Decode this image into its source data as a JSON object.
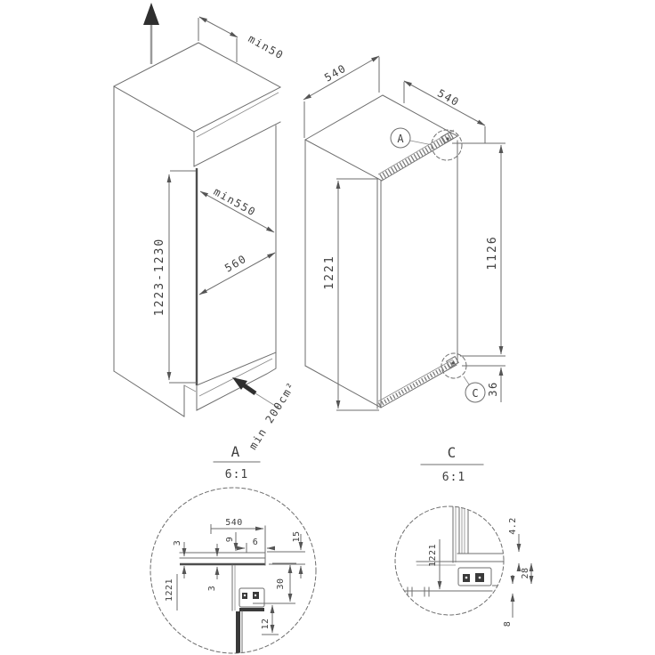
{
  "niche_view": {
    "dims": {
      "top_clearance": "min50",
      "niche_depth": "min550",
      "niche_width": "560",
      "niche_height": "1223-1230",
      "ventilation_area": "min 200cm²"
    }
  },
  "appliance_view": {
    "dims": {
      "width": "540",
      "depth": "540",
      "height": "1221",
      "hinge_span": "1126",
      "hinge_bottom_offset": "36"
    },
    "callouts": {
      "top": "A",
      "bottom": "C"
    }
  },
  "detail_a": {
    "label": "A",
    "scale": "6:1",
    "dims": {
      "depth_ref": "540",
      "top_inset": "9",
      "front_gap": "6",
      "overlap": "15",
      "gap_upper": "3",
      "gap_lower": "3",
      "height_ref": "1221",
      "hinge_offset": "30",
      "bracket_offset": "12"
    }
  },
  "detail_c": {
    "label": "C",
    "scale": "6:1",
    "dims": {
      "height_ref": "1221",
      "door_gap": "4.2",
      "hinge_height": "28",
      "floor_gap": "8"
    }
  },
  "colors": {
    "line": "#6e6e6e",
    "text": "#3f3f3f",
    "solid_arrow": "#2f2f2f",
    "background": "#ffffff"
  }
}
